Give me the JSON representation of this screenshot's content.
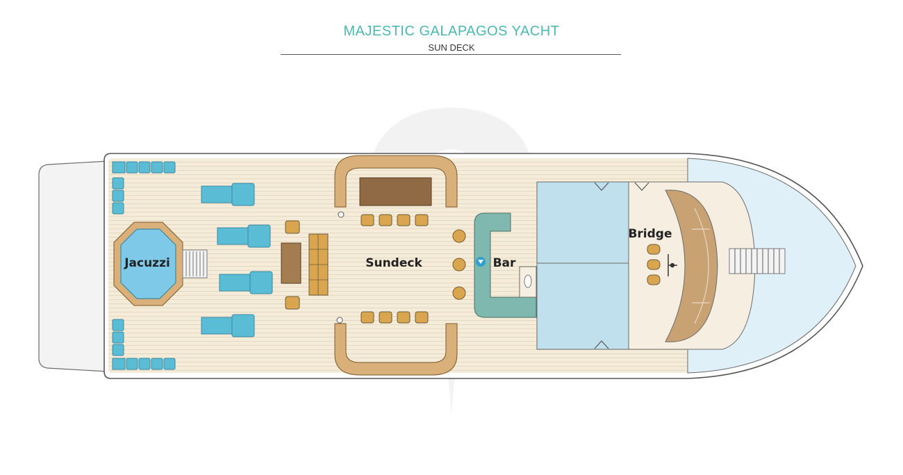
{
  "header": {
    "title": "MAJESTIC GALAPAGOS YACHT",
    "subtitle": "SUN DECK"
  },
  "areas": {
    "jacuzzi": "Jacuzzi",
    "sundeck": "Sundeck",
    "bar": "Bar",
    "bridge": "Bridge"
  },
  "colors": {
    "accent": "#4bb8b0",
    "deck": "#f5ebd9",
    "water": "#dff0f8",
    "lounger": "#5bbcd6",
    "furniture": "#d9b07a",
    "cabin": "#bfe0ec"
  }
}
